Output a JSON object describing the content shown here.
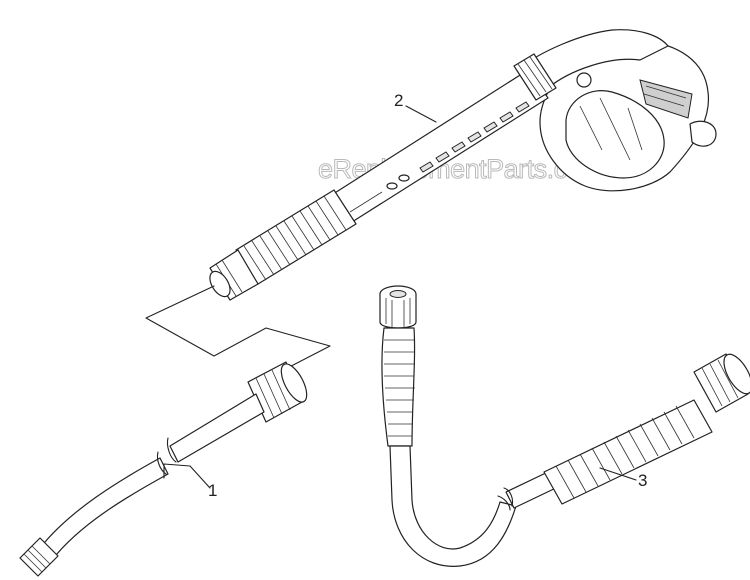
{
  "watermark": {
    "text": "eReplacementParts.com"
  },
  "callouts": [
    {
      "id": "1",
      "label": "1",
      "part": "high-pressure-hose"
    },
    {
      "id": "2",
      "label": "2",
      "part": "trigger-gun"
    },
    {
      "id": "3",
      "label": "3",
      "part": "flexible-spray-lance"
    }
  ],
  "colors": {
    "line": "#222222",
    "fill": "#ffffff",
    "shade": "#e4e4e4",
    "watermark": "#b9b9b9"
  }
}
